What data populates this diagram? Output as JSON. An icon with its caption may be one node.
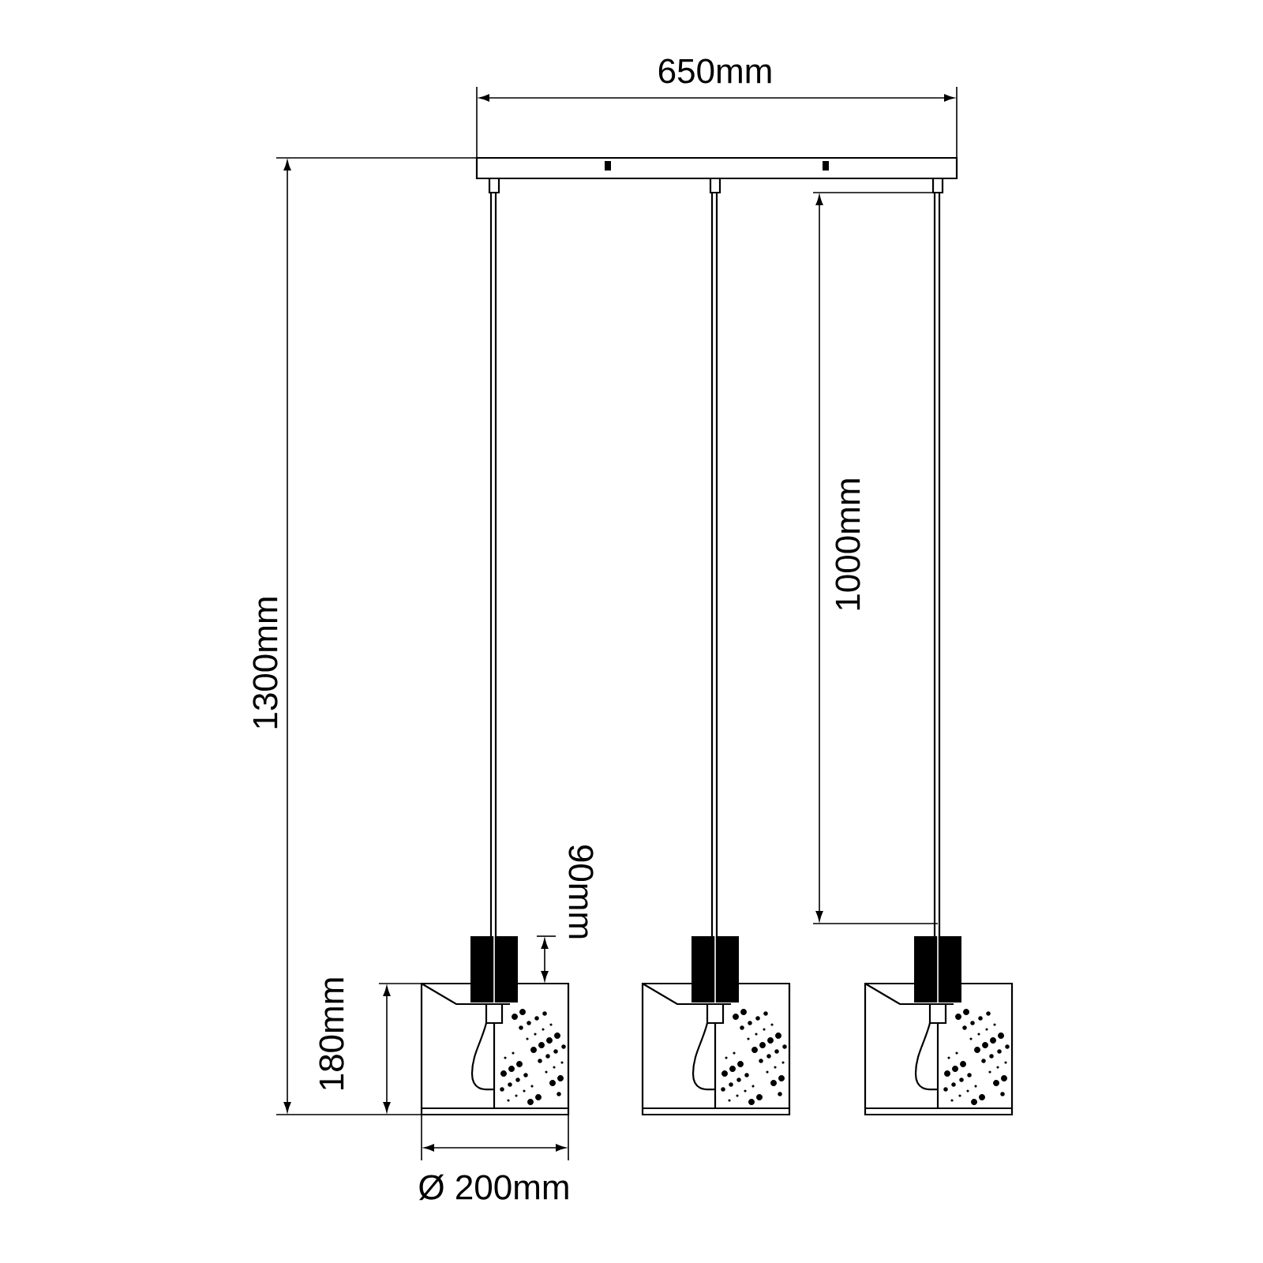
{
  "diagram": {
    "labels": [
      "650mm",
      "1300mm",
      "1000mm",
      "90mm",
      "180mm",
      "Ø 200mm"
    ]
  }
}
